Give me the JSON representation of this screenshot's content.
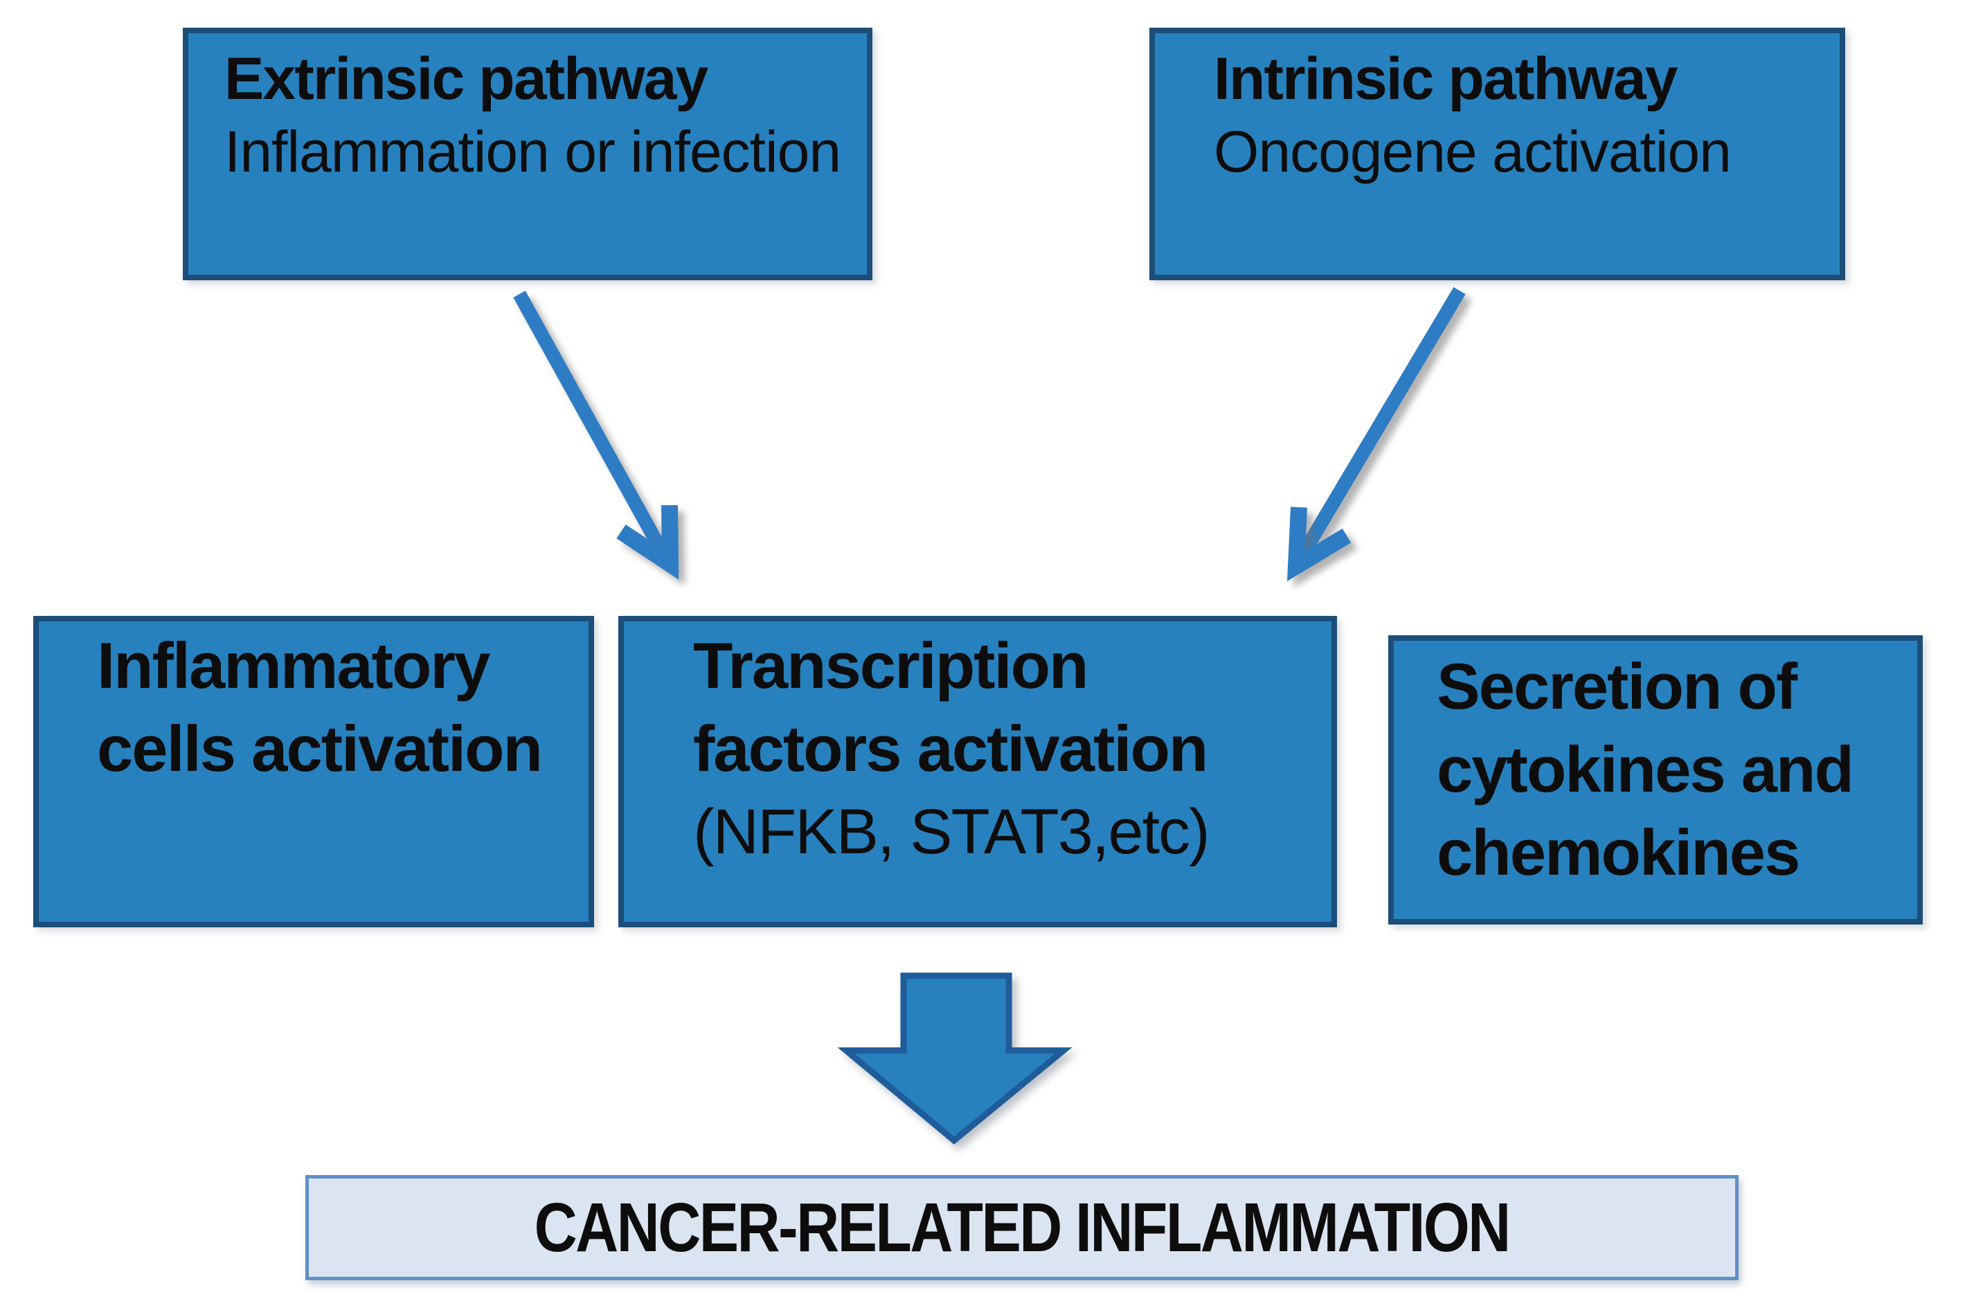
{
  "colors": {
    "background": "#ffffff",
    "box_fill": "#2781be",
    "box_border": "#1c4e79",
    "text": "#0d0d0d",
    "arrow": "#2e7cc4",
    "block_arrow_fill": "#2781be",
    "block_arrow_border": "#1f5c99",
    "result_fill": "#dbe5f1",
    "result_border": "#6090c8"
  },
  "boxes": {
    "extrinsic": {
      "title": "Extrinsic pathway",
      "subtitle": "Inflammation or infection"
    },
    "intrinsic": {
      "title": "Intrinsic pathway",
      "subtitle": "Oncogene activation"
    },
    "inflammatory": {
      "line1": "Inflammatory",
      "line2": "cells activation"
    },
    "transcription": {
      "line1": "Transcription",
      "line2": "factors activation",
      "subtitle": "(NFKB, STAT3,etc)"
    },
    "secretion": {
      "line1": "Secretion of",
      "line2": "cytokines and",
      "line3": "chemokines"
    }
  },
  "result": {
    "label": "CANCER-RELATED INFLAMMATION"
  }
}
